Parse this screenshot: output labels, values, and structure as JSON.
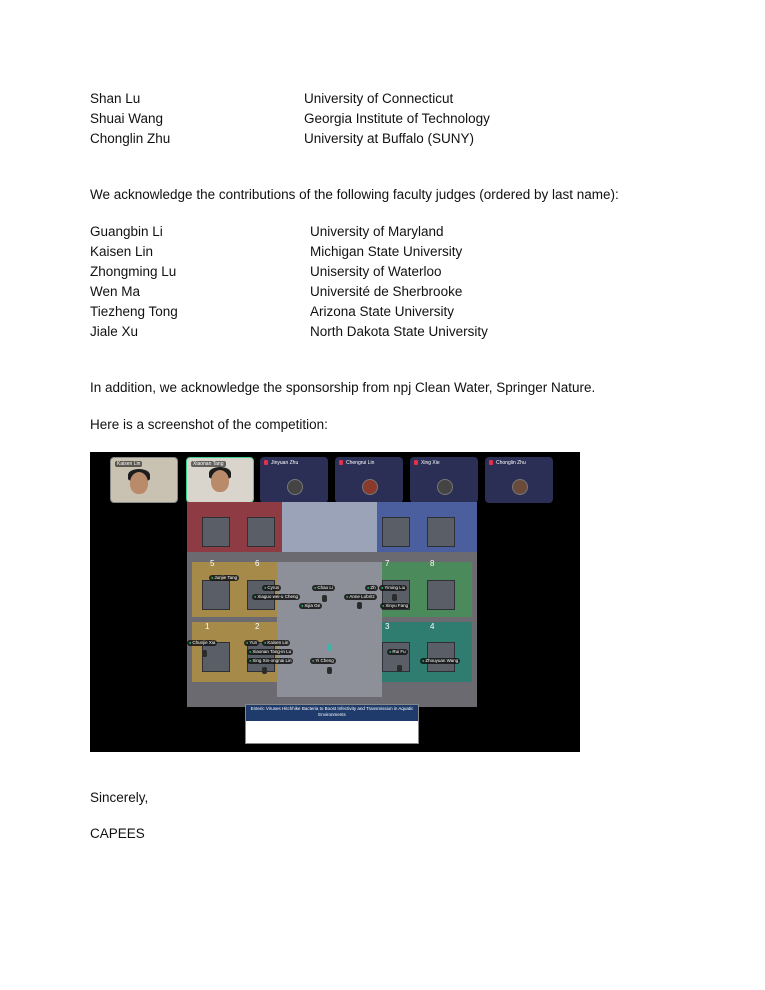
{
  "students": [
    {
      "name": "Shan Lu",
      "institution": "University of Connecticut"
    },
    {
      "name": "Shuai Wang",
      "institution": "Georgia Institute of Technology"
    },
    {
      "name": "Chonglin Zhu",
      "institution": "University at Buffalo (SUNY)"
    }
  ],
  "judges_intro": "We acknowledge the contributions of the following faculty judges (ordered by last name):",
  "judges": [
    {
      "name": "Guangbin Li",
      "institution": "University of Maryland"
    },
    {
      "name": "Kaisen Lin",
      "institution": "Michigan State University"
    },
    {
      "name": "Zhongming Lu",
      "institution": "Unisersity of Waterloo"
    },
    {
      "name": "Wen Ma",
      "institution": "Université de Sherbrooke"
    },
    {
      "name": "Tiezheng Tong",
      "institution": "Arizona State University"
    },
    {
      "name": "Jiale Xu",
      "institution": "North Dakota State University"
    }
  ],
  "sponsorship": "In addition, we acknowledge the sponsorship from npj Clean Water, Springer Nature.",
  "screenshot_intro": "Here is a screenshot of the competition:",
  "closing": "Sincerely,",
  "signature": "CAPEES",
  "screenshot": {
    "video_tiles": [
      {
        "name": "Kaisen Lin"
      },
      {
        "name": "Xiaonan Tang"
      },
      {
        "name": "Jinyuan Zhu"
      },
      {
        "name": "Chengrui Lin"
      },
      {
        "name": "Xing Xie"
      },
      {
        "name": "Chonglin Zhu"
      }
    ],
    "room_numbers": [
      "5",
      "6",
      "7",
      "8",
      "1",
      "2",
      "3",
      "4"
    ],
    "participants": [
      "Junjie Tang",
      "Cyrus",
      "Chao Li",
      "Zh",
      "Yiming Liu",
      "Xiaguo wei-u Cheng",
      "Anne Lobritz",
      "Xinyu Fang",
      "Xijia Ge",
      "Chunjie Xia",
      "Yun",
      "Kaisen Lin",
      "Xiaonan Tang-in Lu",
      "Rui Fu",
      "Xing Xin-ongnai Lin",
      "Yi Cheng",
      "Zhouyuan Wang"
    ],
    "poster_title": "Enteric Viruses Hitchhike Bacteria to Boost Infectivity and Transmission in Aquatic Environments"
  }
}
